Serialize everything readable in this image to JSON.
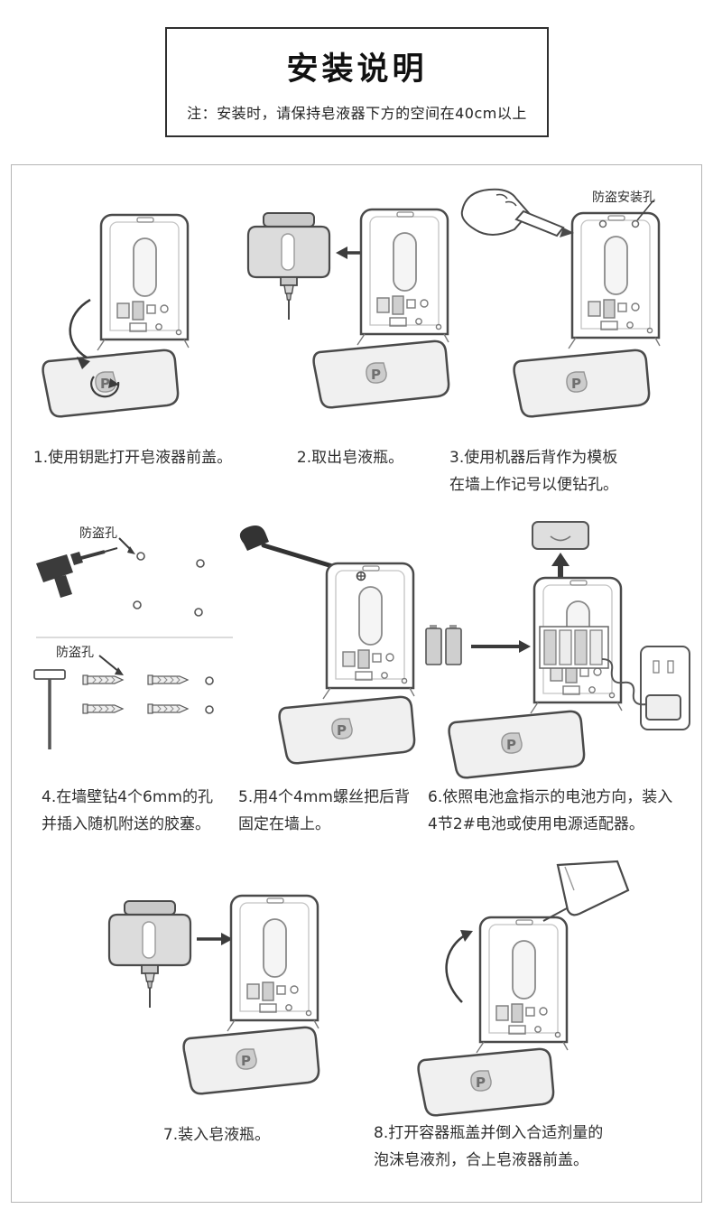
{
  "header": {
    "title": "安装说明",
    "note": "注：安装时，请保持皂液器下方的空间在40cm以上"
  },
  "annotations": {
    "anti_theft_mount_hole": "防盗安装孔",
    "anti_theft_hole_top": "防盗孔",
    "anti_theft_hole_bottom": "防盗孔"
  },
  "logo_letter": "P",
  "steps": [
    {
      "id": 1,
      "lines": [
        "1.使用钥匙打开皂液器前盖。"
      ]
    },
    {
      "id": 2,
      "lines": [
        "2.取出皂液瓶。"
      ]
    },
    {
      "id": 3,
      "lines": [
        "3.使用机器后背作为模板",
        "在墙上作记号以便钻孔。"
      ]
    },
    {
      "id": 4,
      "lines": [
        "4.在墙壁钻4个6mm的孔",
        "并插入随机附送的胶塞。"
      ]
    },
    {
      "id": 5,
      "lines": [
        "5.用4个4mm螺丝把后背",
        "固定在墙上。"
      ]
    },
    {
      "id": 6,
      "lines": [
        "6.依照电池盒指示的电池方向，装入",
        "4节2#电池或使用电源适配器。"
      ]
    },
    {
      "id": 7,
      "lines": [
        "7.装入皂液瓶。"
      ]
    },
    {
      "id": 8,
      "lines": [
        "8.打开容器瓶盖并倒入合适剂量的",
        "泡沫皂液剂，合上皂液器前盖。"
      ]
    }
  ],
  "colors": {
    "line": "#4a4a4a",
    "text": "#2e2e2e"
  }
}
